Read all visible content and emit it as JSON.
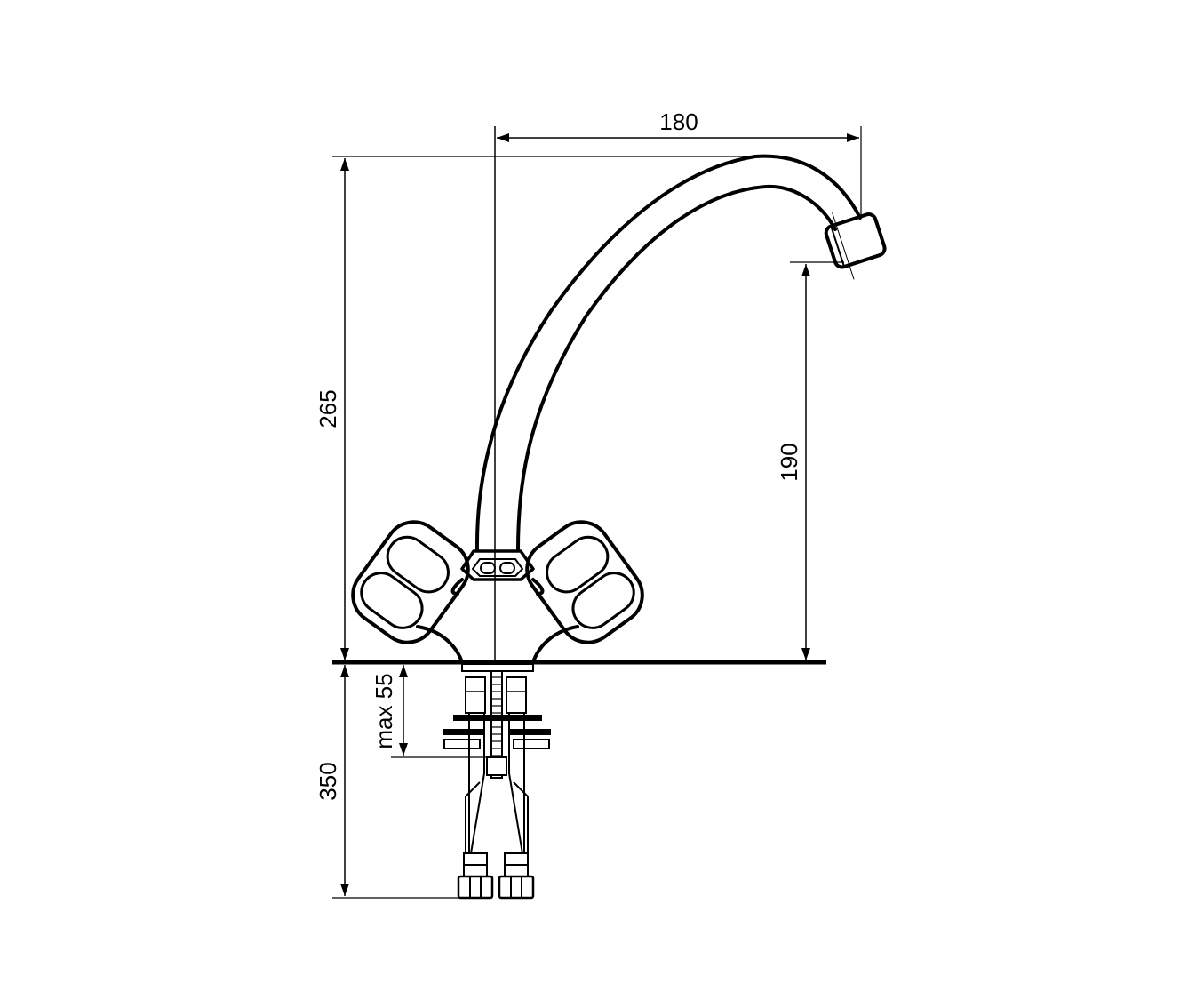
{
  "dimensions": {
    "spout_reach": "180",
    "total_height": "265",
    "spout_height": "190",
    "max_thickness": "max 55",
    "hose_length": "350"
  },
  "colors": {
    "line": "#000000",
    "background": "#ffffff"
  }
}
